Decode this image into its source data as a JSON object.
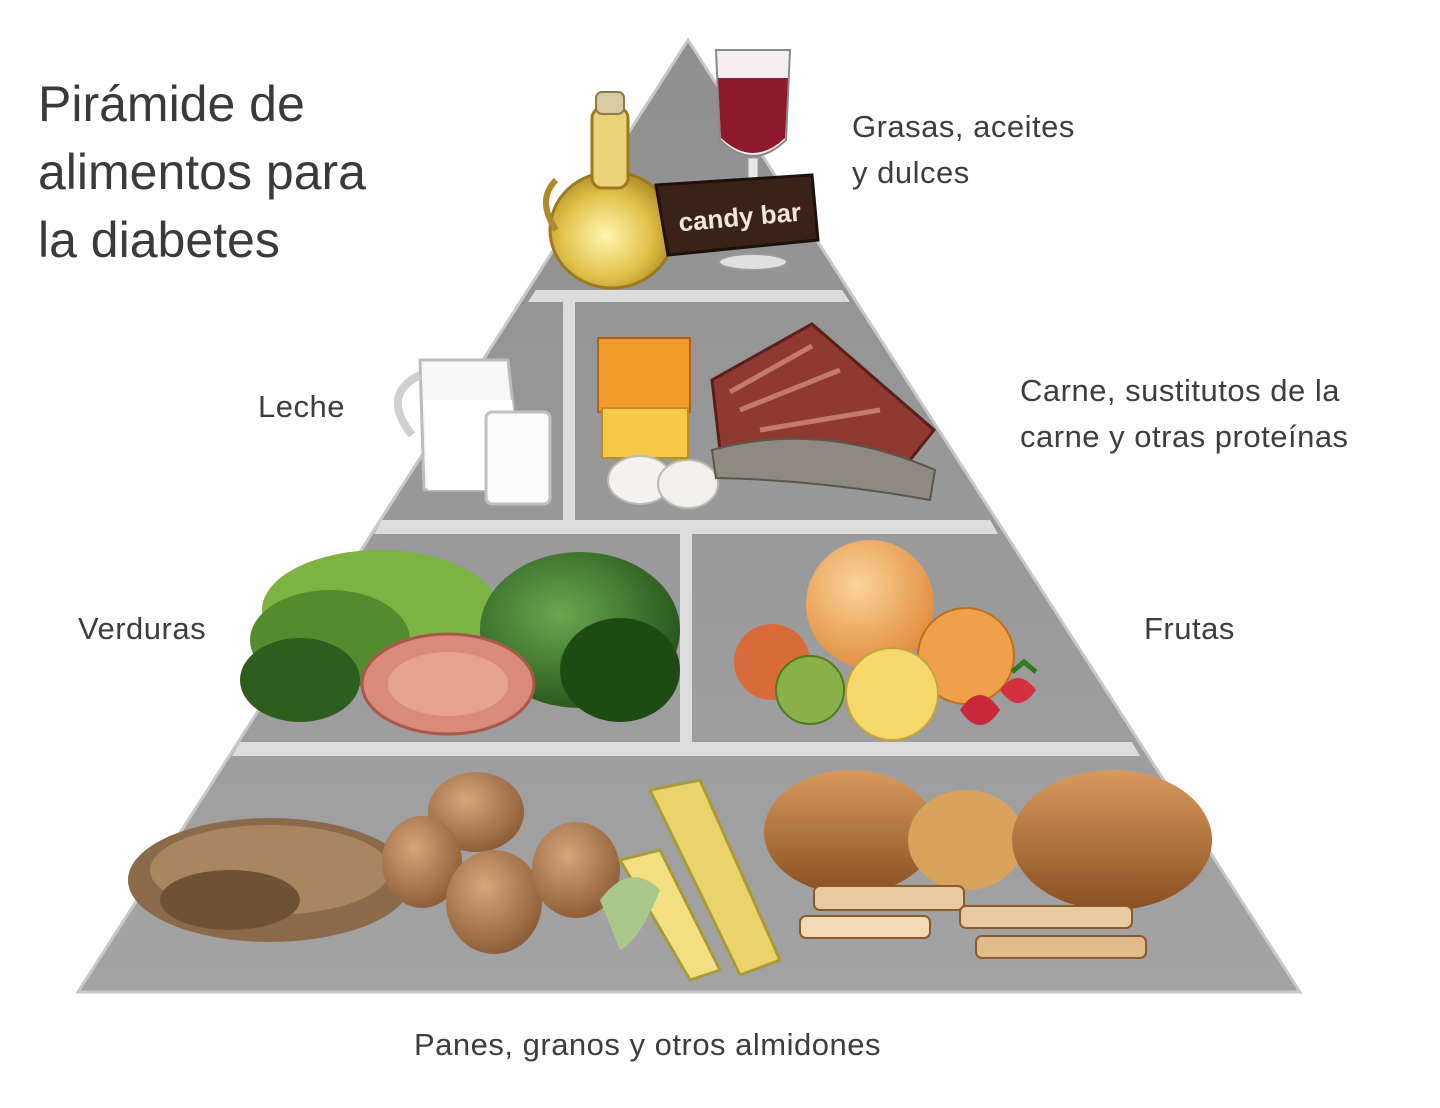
{
  "title": {
    "lines": [
      "Pirámide de",
      "alimentos para",
      "la diabetes"
    ]
  },
  "groups": {
    "fats": {
      "lines": [
        "Grasas, aceites",
        "y dulces"
      ],
      "icons": [
        "oil-bottle-icon",
        "wine-glass-icon",
        "candy-bar-icon"
      ],
      "candy_text": "candy bar"
    },
    "milk": {
      "label": "Leche",
      "icons": [
        "milk-pitcher-icon",
        "milk-glass-icon"
      ]
    },
    "meat": {
      "lines": [
        "Carne, sustitutos de la",
        "carne y otras proteínas"
      ],
      "icons": [
        "cheese-icon",
        "meat-icon",
        "egg-icon"
      ]
    },
    "vegetables": {
      "label": "Verduras",
      "icons": [
        "lettuce-icon",
        "spinach-icon",
        "tomato-icon"
      ]
    },
    "fruits": {
      "label": "Frutas",
      "icons": [
        "grapefruit-icon",
        "apple-icon",
        "orange-icon",
        "strawberry-icon"
      ]
    },
    "starches": {
      "label": "Panes, granos y otros almidones",
      "icons": [
        "cereal-icon",
        "potato-icon",
        "corn-icon",
        "bread-icon"
      ]
    }
  },
  "colors": {
    "pyramid_face": "#9a9a9a",
    "pyramid_edge": "#d2d2d2",
    "text": "#3d3d3d"
  }
}
